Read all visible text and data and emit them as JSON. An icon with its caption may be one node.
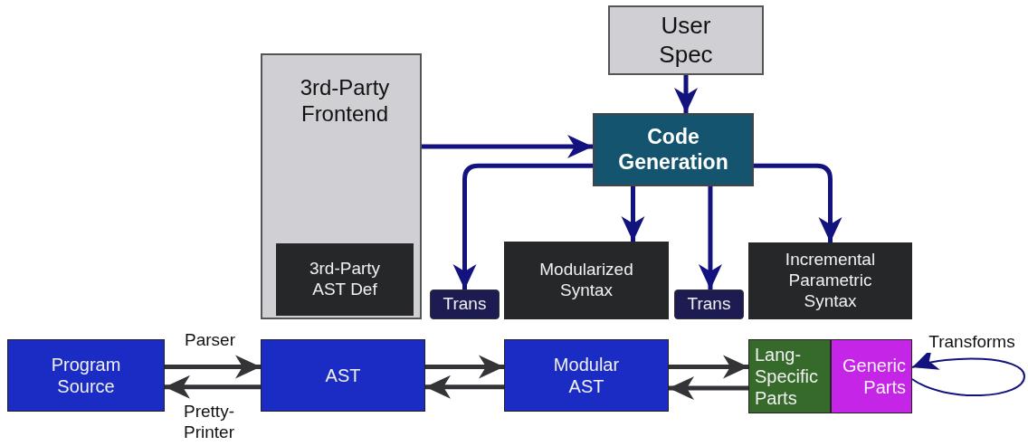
{
  "diagram": {
    "nodes": [
      {
        "text": [
          "User Spec"
        ]
      },
      {
        "text": [
          "3rd-Party Frontend"
        ]
      },
      {
        "text": [
          "3rd-Party AST Def"
        ],
        "in": 1
      },
      {
        "text": [
          "Code Generation"
        ]
      },
      {
        "text": [
          "Trans"
        ]
      },
      {
        "text": [
          "Modularized Syntax"
        ]
      },
      {
        "text": [
          "Trans"
        ]
      },
      {
        "text": [
          "Incremental Parametric Syntax"
        ]
      },
      {
        "text": [
          "Program Source"
        ]
      },
      {
        "text": [
          "AST"
        ]
      },
      {
        "text": [
          "Modular AST"
        ]
      },
      {
        "text": [
          "Lang-Specific Parts"
        ]
      },
      {
        "text": [
          "Generic Parts"
        ]
      }
    ],
    "edges": [
      {
        "from": 0,
        "to": 3,
        "arrow": "to"
      },
      {
        "from": 1,
        "to": 3,
        "arrow": "to"
      },
      {
        "from": 3,
        "to": 4,
        "arrow": "to"
      },
      {
        "from": 3,
        "to": 5,
        "arrow": "to"
      },
      {
        "from": 3,
        "to": 6,
        "arrow": "to"
      },
      {
        "from": 3,
        "to": 7,
        "arrow": "to"
      },
      {
        "from": 8,
        "to": 9,
        "arrow": "to",
        "label": "Parser",
        "color": "#333338"
      },
      {
        "from": 9,
        "to": 8,
        "arrow": "to",
        "label": "Pretty-Printer",
        "color": "#333338"
      },
      {
        "from": 9,
        "to": 10,
        "arrow": "to",
        "color": "#333338"
      },
      {
        "from": 10,
        "to": 9,
        "arrow": "to",
        "color": "#333338"
      },
      {
        "from": 10,
        "to": 11,
        "arrow": "to",
        "color": "#333338"
      },
      {
        "from": 11,
        "to": 10,
        "arrow": "to",
        "color": "#333338"
      },
      {
        "from": 12,
        "to": 12,
        "arrow": "to",
        "label": "Transforms"
      }
    ]
  }
}
